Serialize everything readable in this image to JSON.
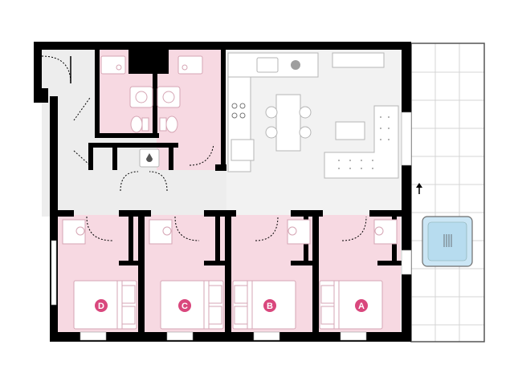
{
  "bedrooms": [
    {
      "id": "bedroom-d",
      "label": "D"
    },
    {
      "id": "bedroom-c",
      "label": "C"
    },
    {
      "id": "bedroom-b",
      "label": "B"
    },
    {
      "id": "bedroom-a",
      "label": "A"
    }
  ],
  "terrace": {
    "arrow_icon": "up-arrow-icon"
  },
  "colors": {
    "bedroom": "#f7d9e2",
    "badge": "#d9477d",
    "floor": "#ededed",
    "wall": "#000000",
    "pool": "#cbe6f5"
  }
}
